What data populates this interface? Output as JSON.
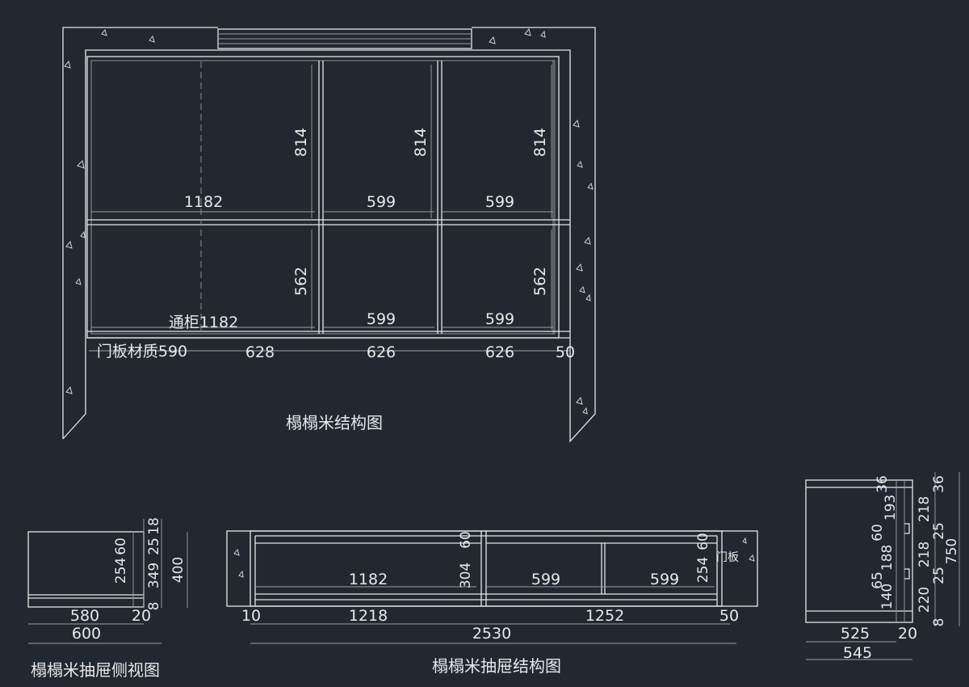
{
  "captions": {
    "main": "榻榻米结构图",
    "drawer_side": "榻榻米抽屉侧视图",
    "drawer_struct": "榻榻米抽屉结构图"
  },
  "main": {
    "row1": {
      "w1": "1182",
      "w2": "599",
      "w3": "599",
      "h1": "814",
      "h2": "814",
      "h3": "814"
    },
    "row2": {
      "w1": "通柜1182",
      "w2": "599",
      "w3": "599",
      "h1": "562",
      "h2": "562"
    },
    "bottom": {
      "d1": "门板材质590",
      "d2": "628",
      "d3": "626",
      "d4": "626",
      "d5": "50"
    }
  },
  "side": {
    "v60": "60",
    "v254": "254",
    "v18": "18",
    "v25": "25",
    "v349": "349",
    "v400": "400",
    "v8": "8",
    "w580": "580",
    "w20": "20",
    "w600": "600"
  },
  "struct": {
    "w1182": "1182",
    "w599a": "599",
    "w599b": "599",
    "v60a": "60",
    "v304": "304",
    "v60b": "60",
    "v254": "254",
    "door": "门板",
    "b10": "10",
    "b1218": "1218",
    "b1252": "1252",
    "b50": "50",
    "b2530": "2530"
  },
  "right": {
    "v36a": "36",
    "v193": "193",
    "v60": "60",
    "v188": "188",
    "v65": "65",
    "v140": "140",
    "v36b": "36",
    "v218a": "218",
    "v25a": "25",
    "v218b": "218",
    "v25b": "25",
    "v220": "220",
    "v8": "8",
    "v750": "750",
    "w525": "525",
    "w20": "20",
    "w545": "545"
  }
}
